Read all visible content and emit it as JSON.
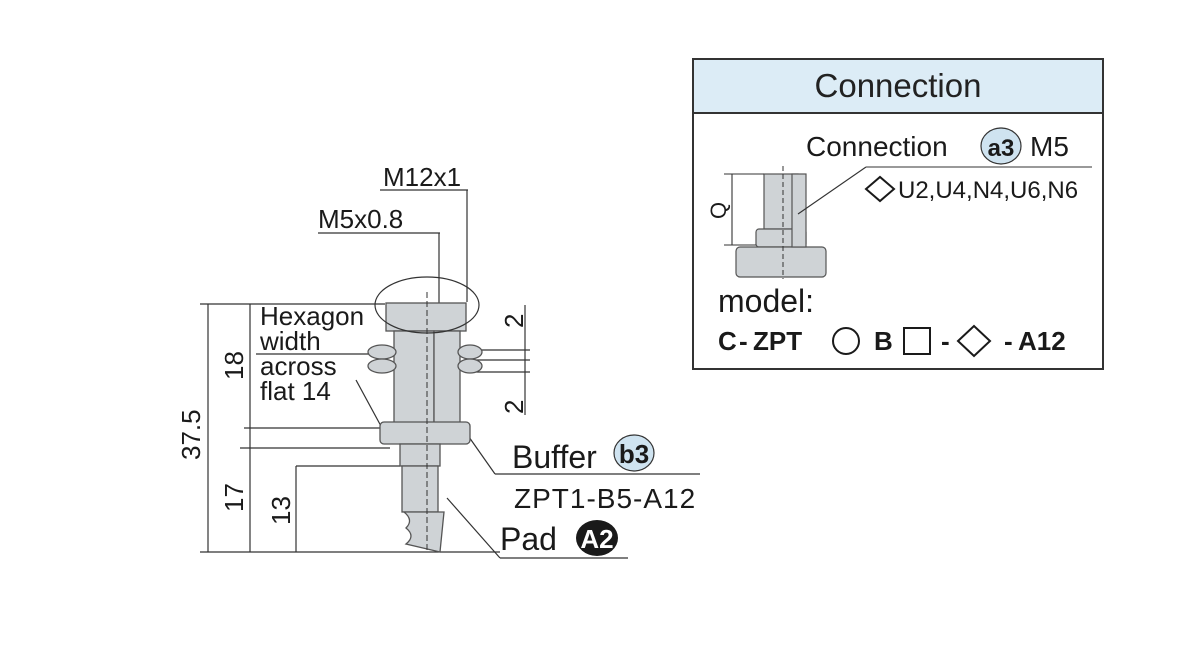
{
  "drawing": {
    "m12": "M12x1",
    "m5": "M5x0.8",
    "hex_line1": "Hexagon",
    "hex_line2": "width",
    "hex_line3": "across",
    "hex_line4": "flat 14",
    "dim_total": "37.5",
    "dim_upper": "18",
    "dim_lower": "17",
    "dim_13": "13",
    "dim_2a": "2",
    "dim_2b": "2",
    "buffer_label": "Buffer",
    "buffer_badge": "b3",
    "buffer_part": "ZPT1-B5-A12",
    "pad_label": "Pad",
    "pad_badge": "A2"
  },
  "connection_panel": {
    "title": "Connection",
    "conn_label": "Connection",
    "conn_badge": "a3",
    "conn_value": "M5",
    "options": "U2,U4,N4,U6,N6",
    "q_label": "Q",
    "model_label": "model:",
    "model_c": "C",
    "model_zpt": "ZPT",
    "model_b": "B",
    "model_a12": "A12",
    "dash": "-"
  },
  "colors": {
    "header_bg": "#dcecf6",
    "part_gray": "#cfd3d6",
    "badge_light": "#cfe3f0",
    "badge_dark": "#1a1a1a"
  }
}
